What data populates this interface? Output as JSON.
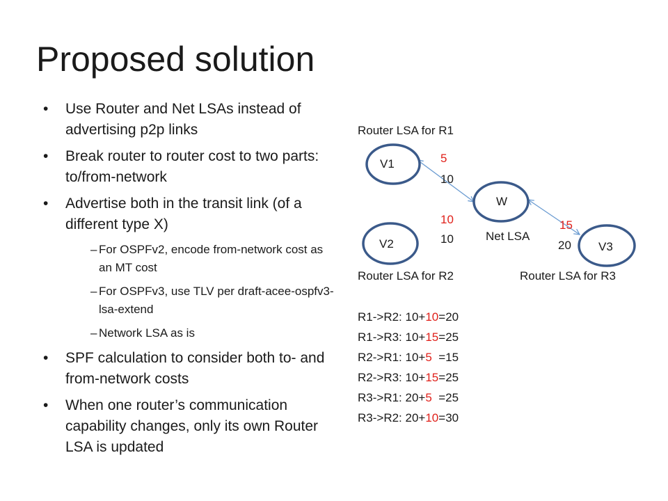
{
  "title": "Proposed solution",
  "bullets": [
    {
      "level": 1,
      "text": "Use Router  and Net LSAs instead of advertising p2p links"
    },
    {
      "level": 1,
      "text": "Break router to router cost to two parts: to/from-network"
    },
    {
      "level": 1,
      "text": "Advertise both in the transit link (of a different type X)"
    },
    {
      "level": 2,
      "text": "For OSPFv2, encode from-network cost as an MT cost"
    },
    {
      "level": 2,
      "text": "For OSPFv3, use TLV per draft-acee-ospfv3-lsa-extend"
    },
    {
      "level": 2,
      "text": "Network LSA as is"
    },
    {
      "level": 1,
      "text": "SPF calculation to consider both to- and from-network costs"
    },
    {
      "level": 1,
      "text": "When one router’s communication capability changes, only its own Router LSA is updated"
    }
  ],
  "diagram": {
    "nodes": {
      "v1": "V1",
      "v2": "V2",
      "v3": "V3",
      "w": "W"
    },
    "labels": {
      "router_lsa_r1": "Router LSA for R1",
      "router_lsa_r2": "Router LSA for R2",
      "router_lsa_r3": "Router LSA for R3",
      "net_lsa": "Net LSA"
    },
    "costs": {
      "v1_from": "5",
      "v1_to": "10",
      "v2_from": "10",
      "v2_to": "10",
      "v3_from": "15",
      "v3_to": "20"
    },
    "colors": {
      "node_stroke": "#3b5a8a",
      "arrow": "#6a9bd1",
      "highlight": "#e0211b"
    }
  },
  "calculations": [
    {
      "pair": "R1->R2: ",
      "to": "10+",
      "from": "10",
      "result": "=20"
    },
    {
      "pair": "R1->R3: ",
      "to": "10+",
      "from": "15",
      "result": "=25"
    },
    {
      "pair": "R2->R1: ",
      "to": "10+",
      "from": "5",
      "result": "  =15"
    },
    {
      "pair": "R2->R3: ",
      "to": "10+",
      "from": "15",
      "result": "=25"
    },
    {
      "pair": "R3->R1: ",
      "to": "20+",
      "from": "5",
      "result": "  =25"
    },
    {
      "pair": "R3->R2: ",
      "to": "20+",
      "from": "10",
      "result": "=30"
    }
  ]
}
